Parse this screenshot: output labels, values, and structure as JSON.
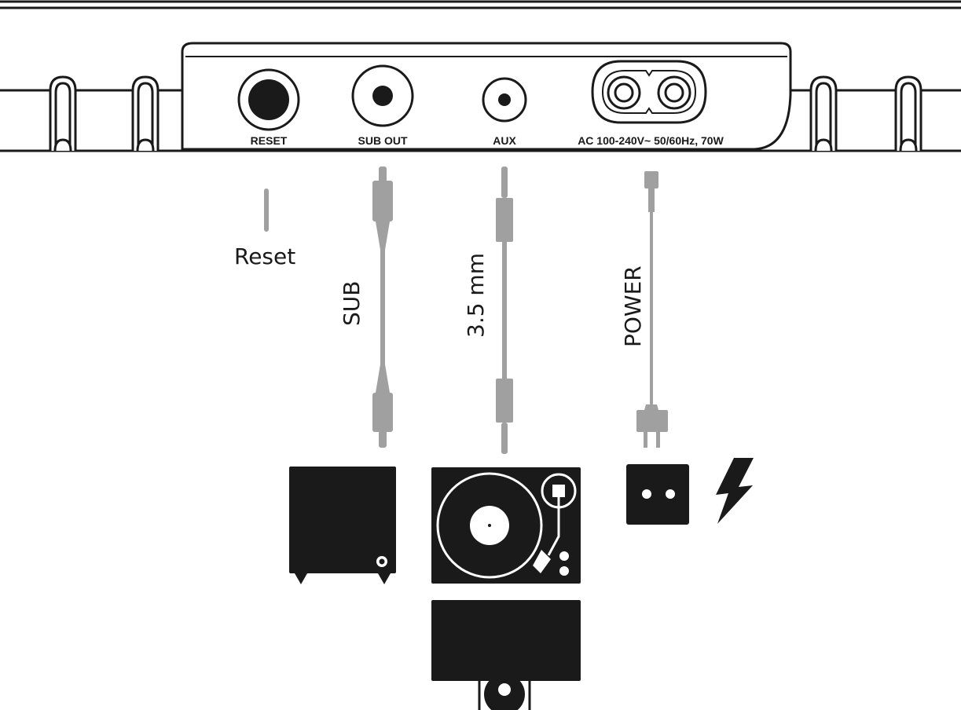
{
  "ports": {
    "reset": "RESET",
    "sub_out": "SUB OUT",
    "aux": "AUX",
    "power_rating": "AC 100-240V~ 50/60Hz, 70W"
  },
  "cables": {
    "reset": "Reset",
    "sub": "SUB",
    "aux": "3.5 mm",
    "power": "POWER"
  },
  "colors": {
    "outline": "#1a1a1a",
    "cable": "#a0a0a0",
    "device": "#1a1a1a"
  }
}
